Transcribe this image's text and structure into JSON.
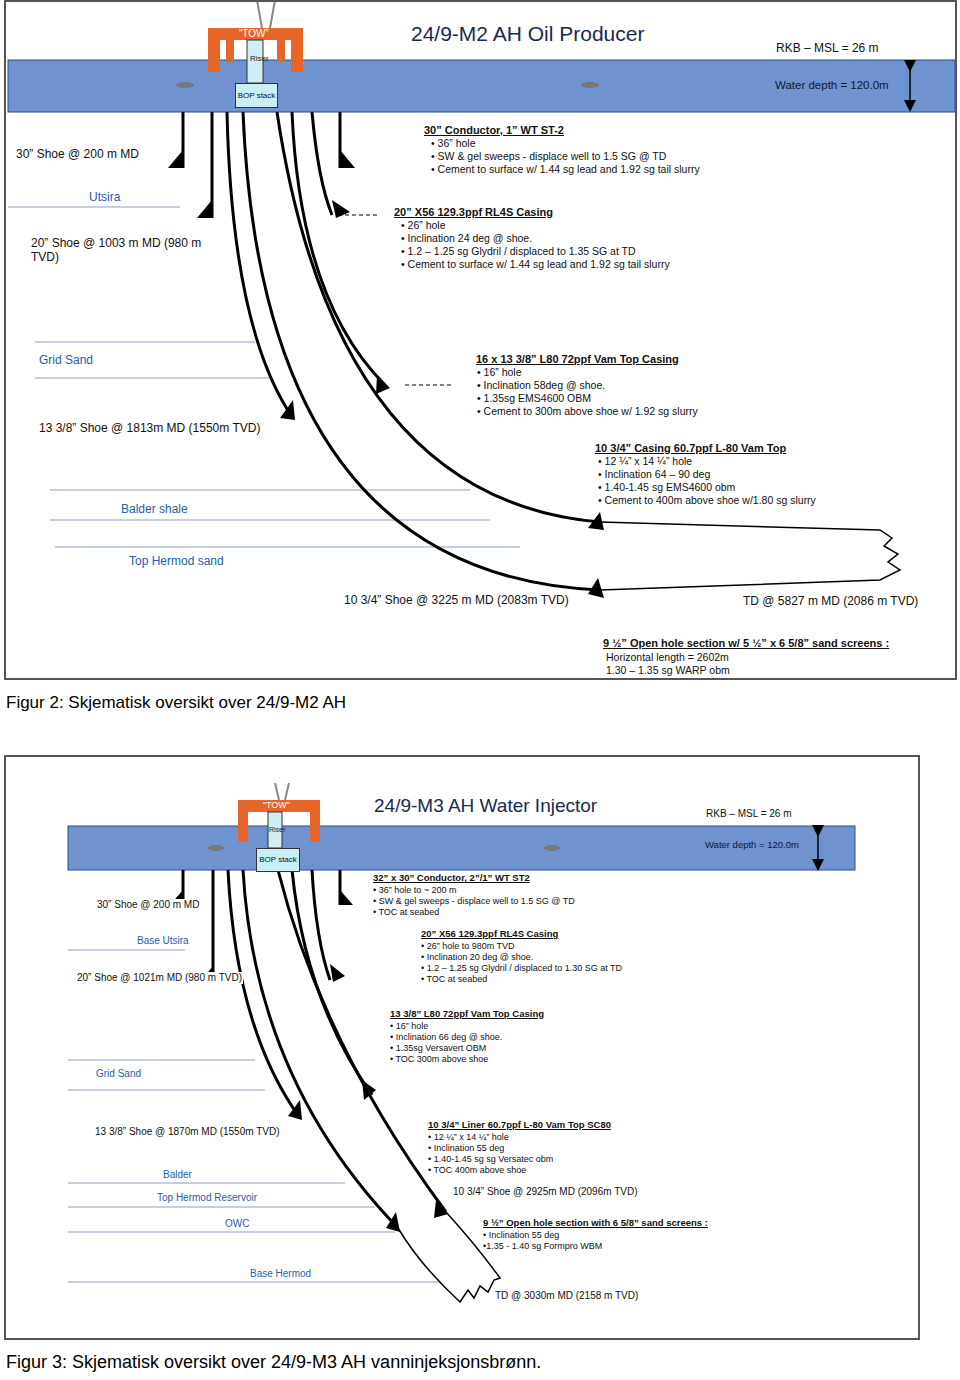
{
  "diagram": {
    "nodes": [
      {
        "text": [
          "24/9-M2 AH Oil Producer"
        ]
      },
      {
        "text": [
          "Water depth = 120.0m"
        ],
        "in": 0
      },
      {
        "text": [
          "BOP stack"
        ],
        "in": 1
      },
      {
        "text": [
          "24/9-M3 AH Water Injector"
        ]
      },
      {
        "text": [
          "Water depth = 120.0m"
        ],
        "in": 3
      },
      {
        "text": [
          "BOP stack"
        ],
        "in": 4
      }
    ],
    "labels": [
      "“TOW”",
      "Riser",
      "RKB – MSL = 26 m",
      "30” Shoe @ 200 m MD",
      "Utsira",
      "20” Shoe @ 1003 m MD (980 m TVD)",
      "Grid Sand",
      "13 3/8” Shoe @ 1813m MD (1550m TVD)",
      "Balder shale",
      "Top Hermod sand",
      "10 3/4” Shoe @ 3225 m MD (2083m TVD)",
      "TD @ 5827 m MD (2086 m TVD)",
      "30” Conductor, 1” WT ST-2",
      "• 36” hole",
      "• SW & gel sweeps - displace well to 1.5 SG @ TD",
      "• Cement to surface w/ 1.44 sg lead and 1.92 sg tail slurry",
      "20” X56 129.3ppf RL4S Casing",
      "• 26” hole",
      "• Inclination 24 deg @ shoe.",
      "• 1.2 – 1.25 sg Glydril / displaced to 1.35 SG at TD",
      "• Cement to surface w/ 1.44 sg lead and 1.92 sg tail slurry",
      "16 x 13 3/8” L80 72ppf Vam Top Casing",
      "• 16” hole",
      "• Inclination 58deg @ shoe.",
      "• 1.35sg EMS4600 OBM",
      "• Cement to 300m above shoe w/ 1.92 sg slurry",
      "10 3/4” Casing 60.7ppf L-80 Vam Top",
      "• 12 ¼” x 14 ¼” hole",
      "• Inclination 64 – 90 deg",
      "• 1.40-1.45 sg EMS4600 obm",
      "• Cement to 400m above shoe w/1.80 sg slurry",
      "9 ½” Open hole section w/ 5 ½” x 6 5/8” sand screens :",
      "Horizontal length = 2602m",
      "1.30 – 1.35 sg WARP obm",
      "Figur 2: Skjematisk oversikt over 24/9-M2 AH",
      "“TOW”",
      "Riser",
      "RKB – MSL = 26 m",
      "30” Shoe @ 200 m MD",
      "Base Utsira",
      "20” Shoe @ 1021m MD (980 m TVD)",
      "Grid Sand",
      "13 3/8” Shoe @ 1870m MD (1550m TVD)",
      "Balder",
      "Top Hermod Reservoir",
      "OWC",
      "Base Hermod",
      "10 3/4” Shoe @ 2925m MD (2096m TVD)",
      "TD @ 3030m MD (2158 m TVD)",
      "32” x 30” Conductor, 2”/1” WT ST2",
      "• 36” hole to ~ 200 m",
      "• SW & gel sweeps - displace well to 1.5 SG @ TD",
      "• TOC at seabed",
      "20” X56 129.3ppf RL4S Casing",
      "• 26” hole to 980m TVD",
      "• Inclination 20 deg @ shoe.",
      "• 1.2 – 1.25 sg Glydril / displaced to 1.30 SG at TD",
      "• TOC at seabed",
      "13 3/8” L80 72ppf Vam Top Casing",
      "• 16” hole",
      "• Inclination 66 deg @ shoe.",
      "• 1.35sg Versavert OBM",
      "• TOC 300m above shoe",
      "10 3/4” Liner 60.7ppf L-80 Vam Top SC80",
      "• 12 ¼” x 14 ¼” hole",
      "• Inclination 55 deg",
      "• 1.40-1.45 sg sg Versatec obm",
      "• TOC 400m above shoe",
      "9 ½” Open hole section with 6 5/8” sand screens :",
      "• Inclination 55 deg",
      "•1.35 - 1.40 sg Formpro WBM",
      "Figur 3: Skjematisk oversikt over 24/9-M3 AH vanninjeksjonsbrønn."
    ]
  }
}
